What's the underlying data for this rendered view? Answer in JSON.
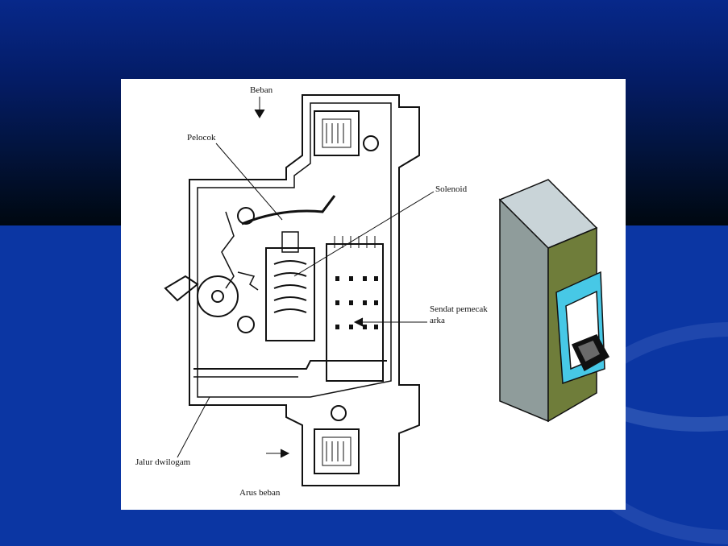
{
  "diagram": {
    "labels": {
      "beban": "Beban",
      "pelocok": "Pelocok",
      "solenoid": "Solenoid",
      "sendat_line1": "Sendat pemecak",
      "sendat_line2": "arka",
      "jalur": "Jalur dwilogam",
      "arus": "Arus beban"
    },
    "colors": {
      "panel": "#ffffff",
      "breaker_top": "#c9d4d8",
      "breaker_front": "#8f9c9b",
      "breaker_green": "#6f7d3a",
      "breaker_cyan": "#47c8e6",
      "toggle": "#101010"
    }
  }
}
